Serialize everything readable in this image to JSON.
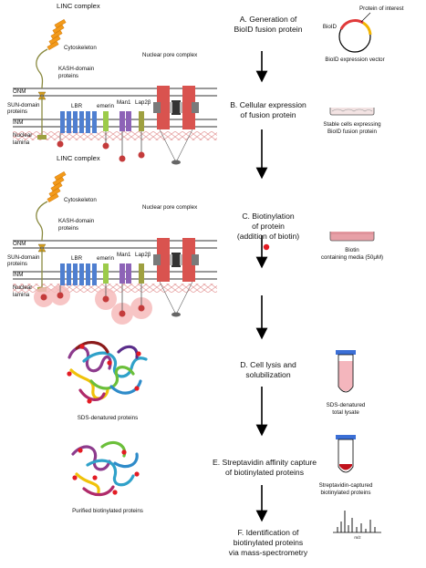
{
  "colors": {
    "cytoskeleton": "#f39a1a",
    "lbr": "#4f7fd0",
    "emerin": "#9ccb4a",
    "man1": "#8d63b7",
    "lap2": "#9ea040",
    "npc": "#d9534f",
    "npc_gray": "#7a7a7a",
    "biotin": "#e31b23",
    "halo": "#f6bcbc",
    "lamina": "#e7a0a0",
    "media": "#e7a0a7",
    "tube_cap": "#3b6fd6"
  },
  "panel1": {
    "linc": "LINC complex",
    "cytoskeleton": "Cytoskeleton",
    "kash1": "KASH-domain",
    "kash2": "proteins",
    "onm": "ONM",
    "sun1": "SUN-domain",
    "sun2": "proteins",
    "inm": "INM",
    "lbr": "LBR",
    "emerin": "emerin",
    "man1": "Man1",
    "lap2": "Lap2β",
    "lamina1": "Nuclear",
    "lamina2": "lamina",
    "npc": "Nuclear pore complex"
  },
  "panel2": {
    "linc": "LINC complex",
    "cytoskeleton": "Cytoskeleton",
    "kash1": "KASH-domain",
    "kash2": "proteins",
    "onm": "ONM",
    "sun1": "SUN-domain",
    "sun2": "proteins",
    "inm": "INM",
    "lbr": "LBR",
    "emerin": "emerin",
    "man1": "Man1",
    "lap2": "Lap2β",
    "lamina1": "Nuclear",
    "lamina2": "lamina",
    "npc": "Nuclear pore complex"
  },
  "steps": {
    "a1": "A. Generation of",
    "a2": "BioID fusion protein",
    "b1": "B. Cellular expression",
    "b2": "of fusion protein",
    "c1": "C. Biotinylation",
    "c2": "of protein",
    "c3": "(addition of biotin)",
    "d1": "D. Cell lysis and",
    "d2": "solubilization",
    "e1": "E. Streptavidin affinity capture",
    "e2": "of biotinylated proteins",
    "f1": "F. Identification of",
    "f2": "biotinylated proteins",
    "f3": "via mass-spectrometry"
  },
  "right": {
    "protein_of_interest": "Protein of interest",
    "bioid": "BioID",
    "vector": "BioID expression vector",
    "stable1": "Stable cells expressing",
    "stable2": "BioID fusion protein",
    "biotin1": "Biotin",
    "biotin2": "containing media (50μM)",
    "lysate1": "SDS-denatured",
    "lysate2": "total lysate",
    "captured1": "Streptavidin-captured",
    "captured2": "biotinylated proteins",
    "ms_axis": "m/z"
  },
  "left": {
    "denatured": "SDS-denatured proteins",
    "purified": "Purified biotinylated proteins"
  }
}
